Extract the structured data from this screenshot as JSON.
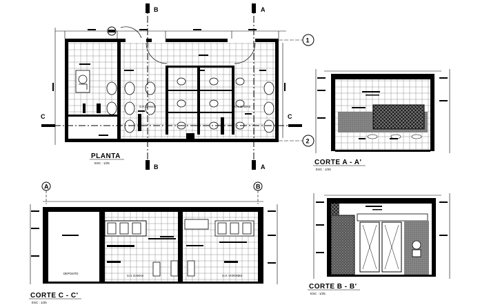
{
  "drawing": {
    "plan": {
      "title": "PLANTA",
      "scale": "ESC : 1/25",
      "cut_labels": {
        "b": "B",
        "a": "A",
        "c_left": "C",
        "c_right": "C"
      },
      "axis_labels": {
        "one": "1",
        "two": "2"
      },
      "room_labels": [
        "S.H. DAMAS",
        "S.H. DAMAS"
      ]
    },
    "section_aa": {
      "title": "CORTE  A - A'",
      "scale": "ESC : 1/25"
    },
    "section_cc": {
      "title": "CORTE  C - C'",
      "scale": "ESC : 1/25",
      "axis_labels": {
        "a": "A",
        "b": "B"
      },
      "room_labels": [
        "DEPOSITO",
        "S.H. DAMAS",
        "S.H. VARONES"
      ]
    },
    "section_bb": {
      "title": "CORTE  B - B'",
      "scale": "ESC : 1/25"
    }
  }
}
